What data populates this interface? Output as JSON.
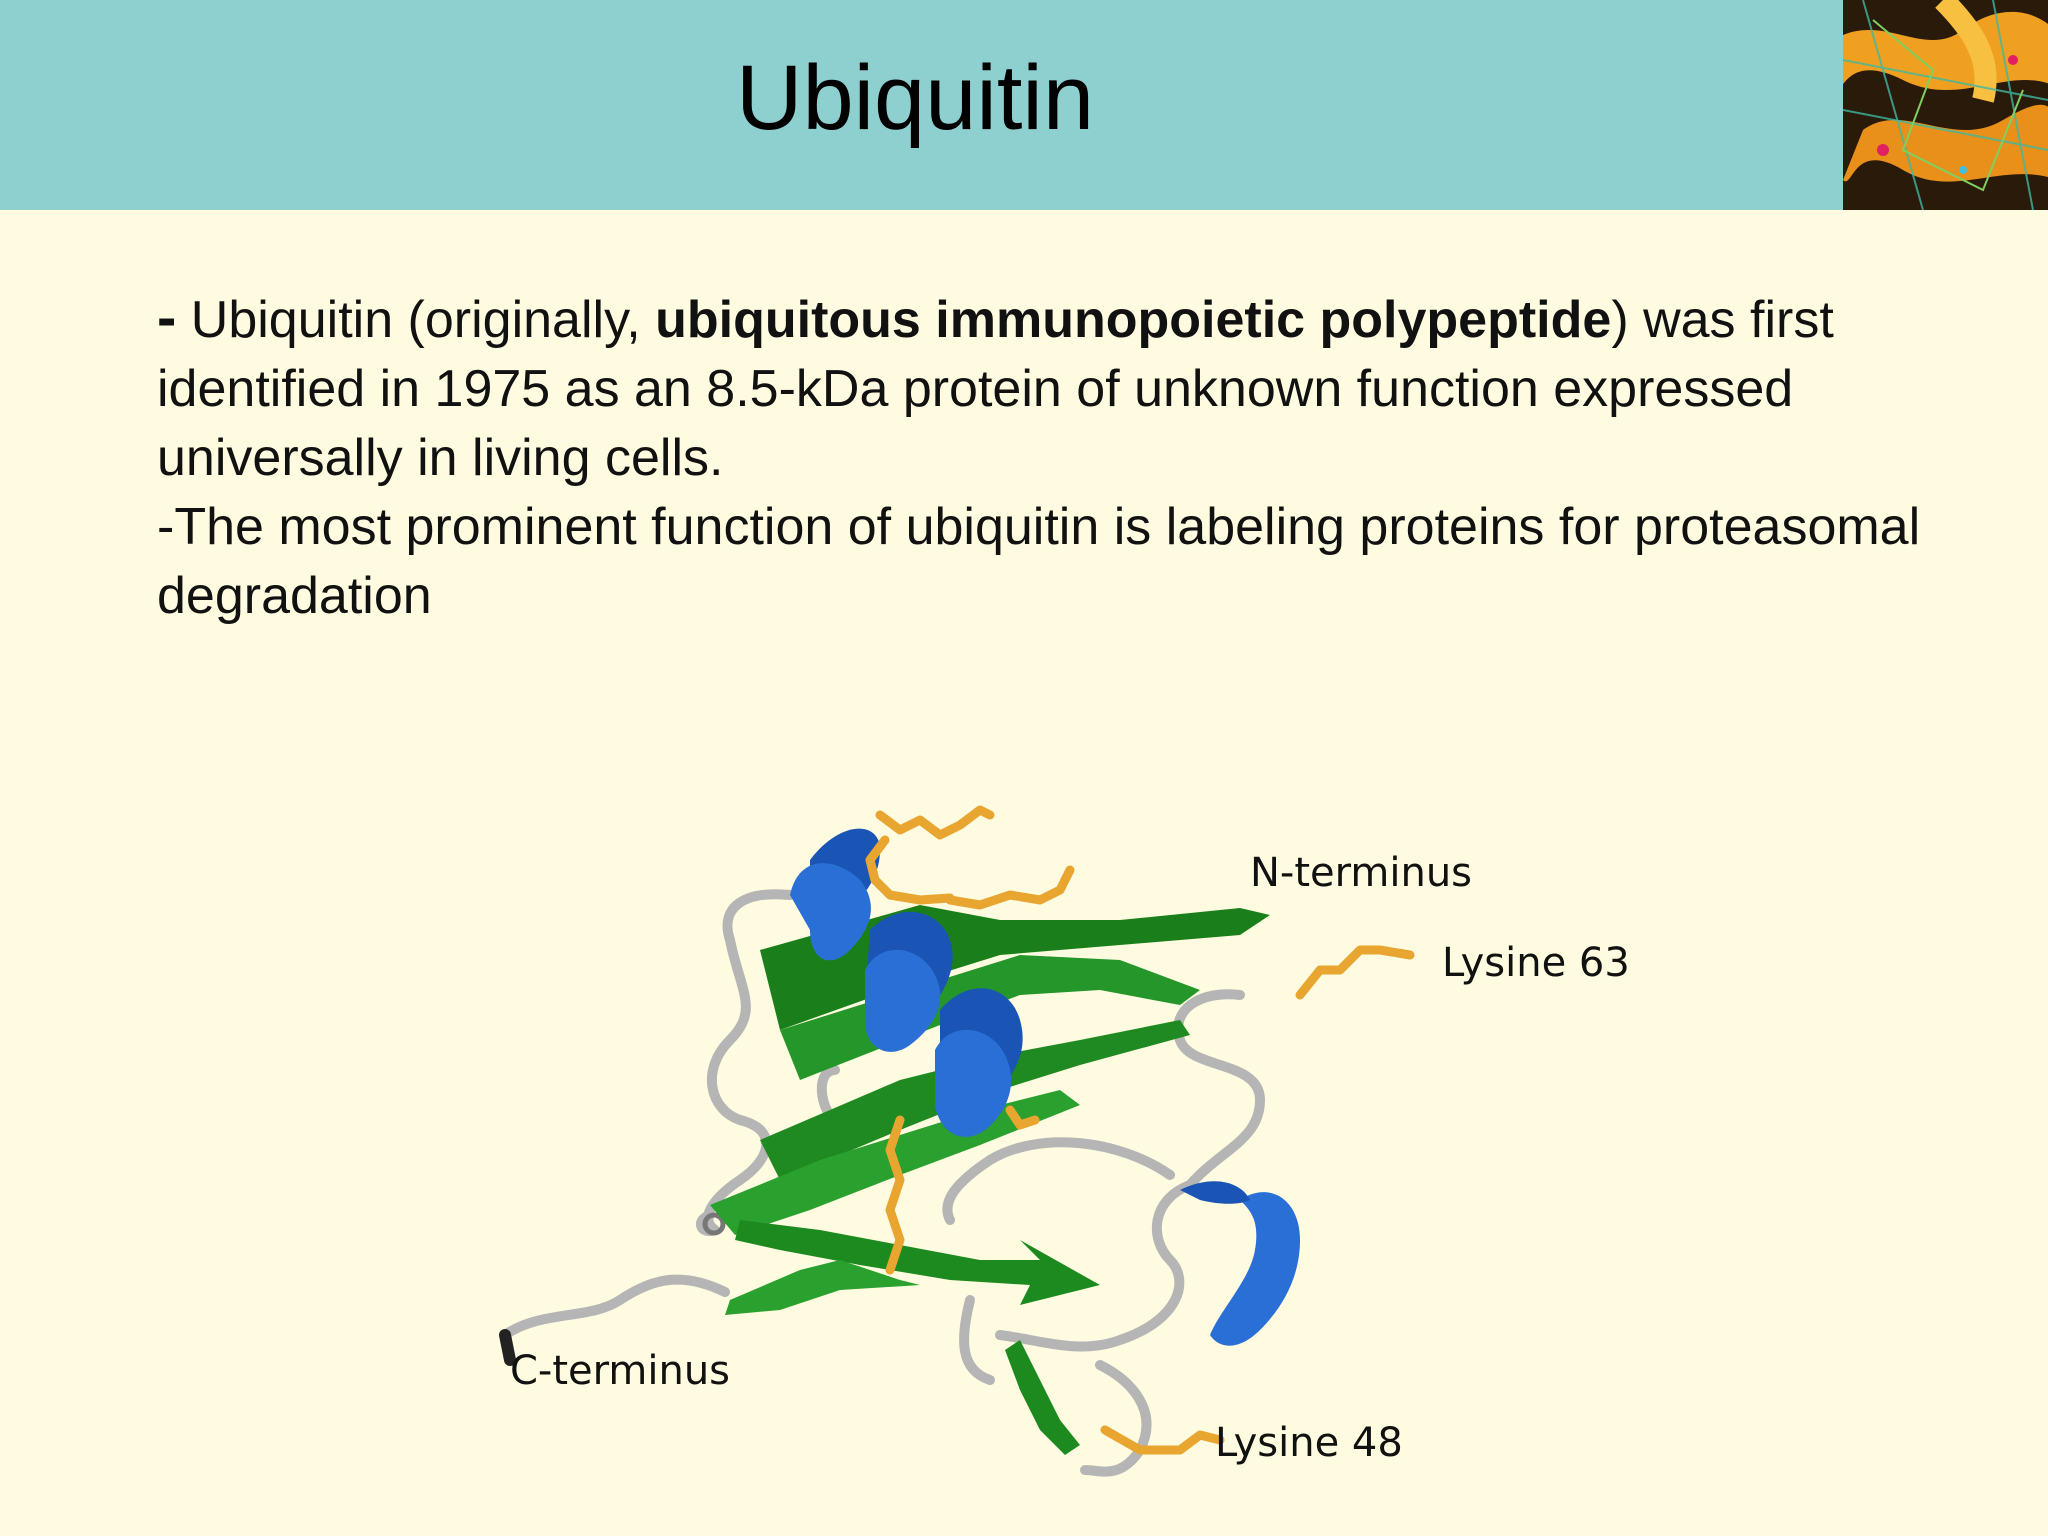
{
  "slide": {
    "title": "Ubiquitin",
    "paragraph1": {
      "dash": "-",
      "intro": " Ubiquitin (originally, ",
      "bold": "ubiquitous immunopoietic polypeptide",
      "rest": ") was first identified in 1975 as an 8.5-kDa protein of unknown function expressed universally in living cells."
    },
    "paragraph2": "-The most prominent function of ubiquitin is labeling proteins for proteasomal degradation"
  },
  "figure": {
    "labels": {
      "n_terminus": "N-terminus",
      "lysine63": "Lysine 63",
      "c_terminus": "C-terminus",
      "lysine48": "Lysine 48"
    },
    "colors": {
      "helix": "#1f5fc0",
      "strand": "#1f8a1f",
      "loop": "#b8b8b8",
      "side_chain": "#e8a530"
    }
  }
}
